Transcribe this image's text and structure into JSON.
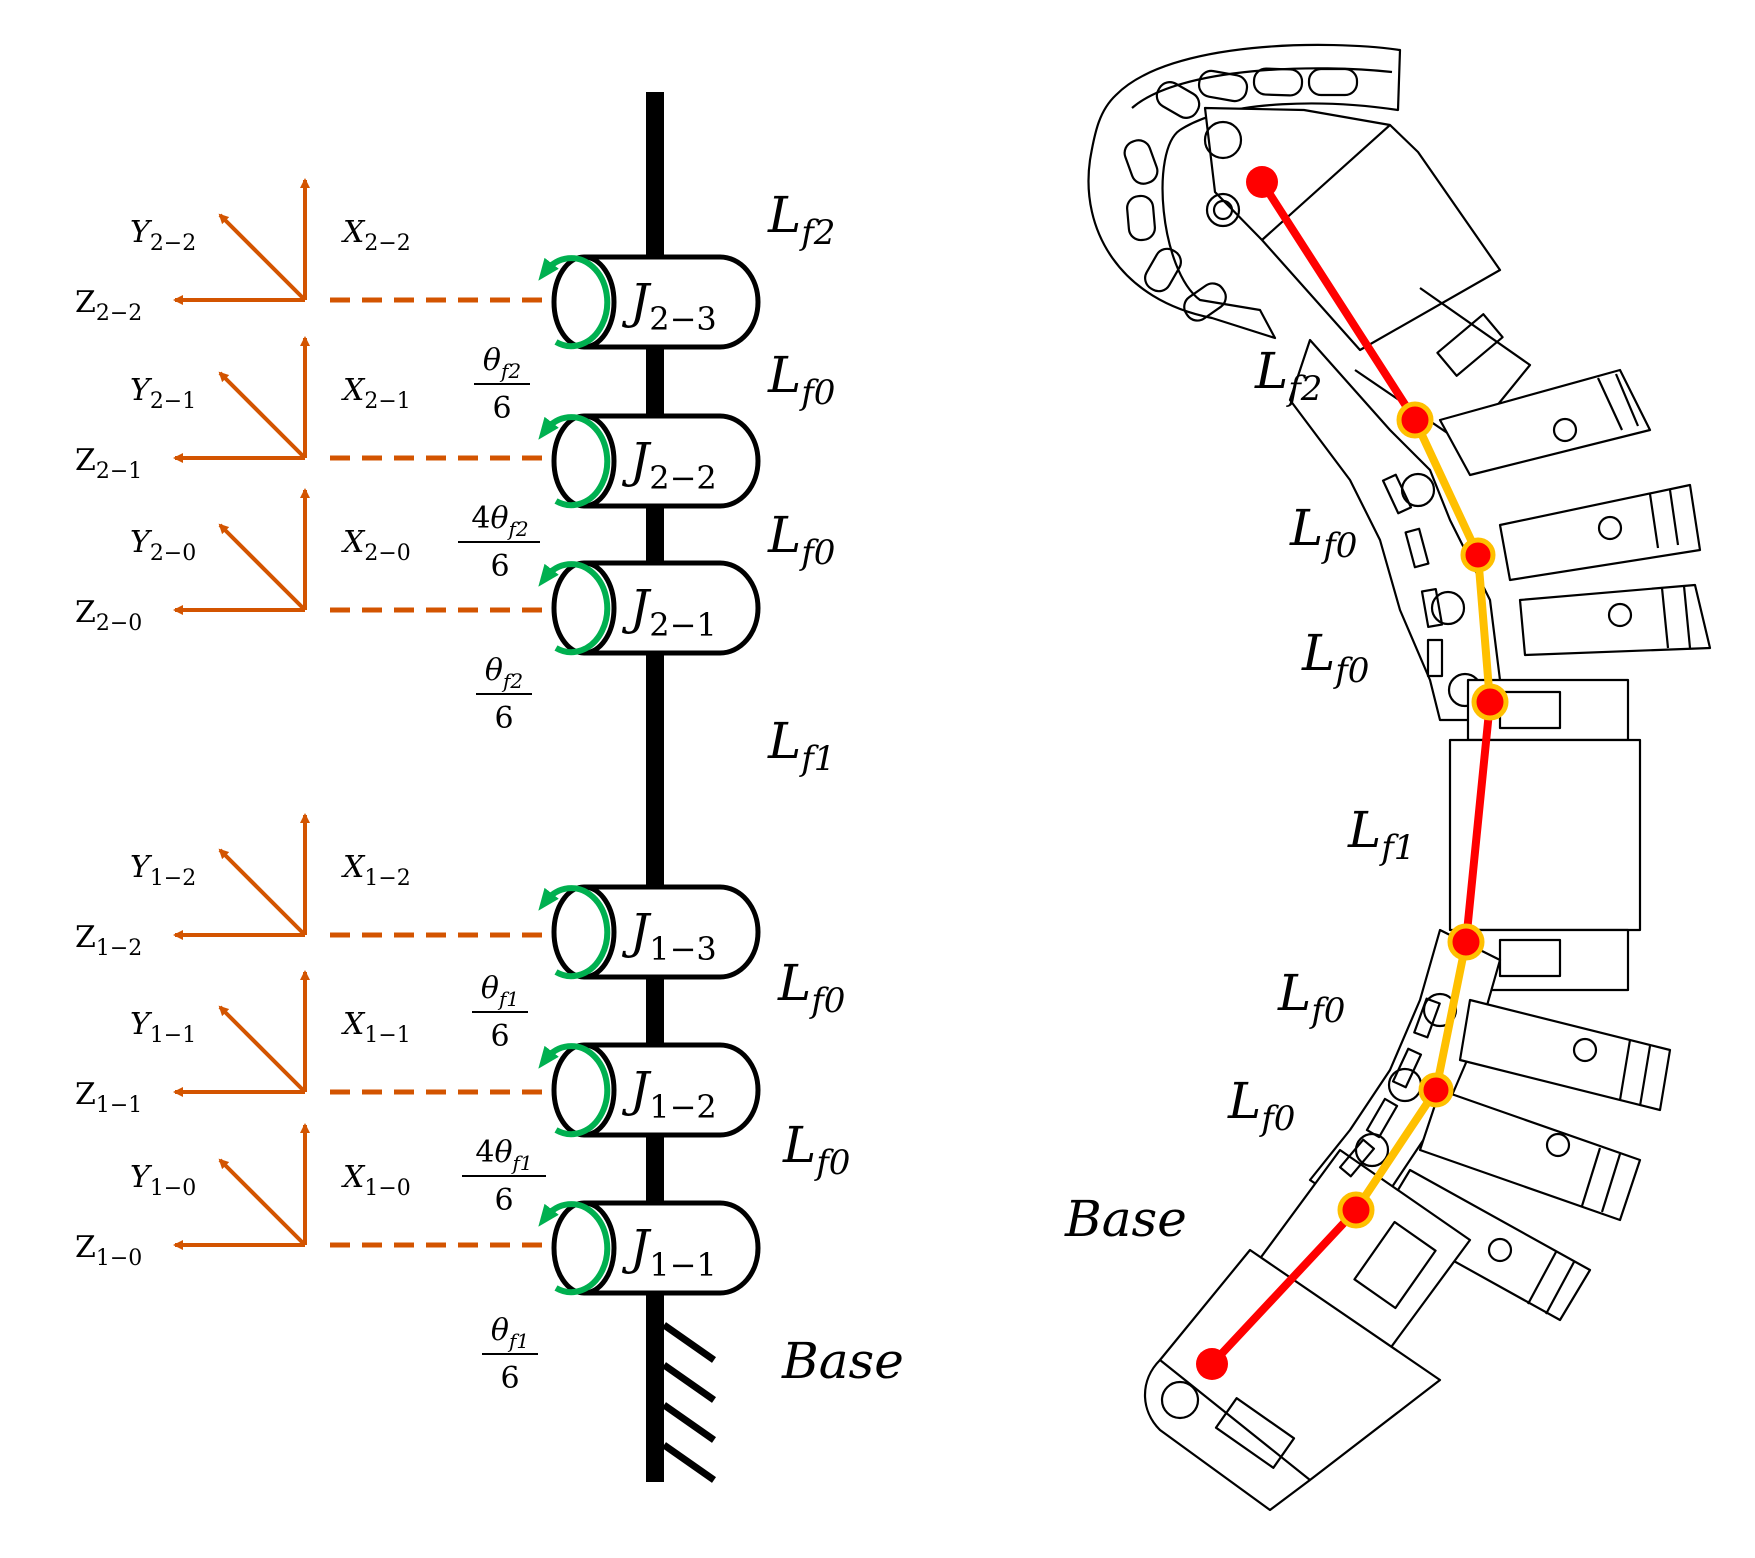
{
  "colors": {
    "axis": "#d35400",
    "rotation": "#00b050",
    "ink": "#000000",
    "chain_red": "#ff0000",
    "chain_yellow": "#ffc000"
  },
  "frames": [
    {
      "id": "2-2",
      "x_sub": "2−2",
      "y_sub": "2−2",
      "z_sub": "2−2"
    },
    {
      "id": "2-1",
      "x_sub": "2−1",
      "y_sub": "2−1",
      "z_sub": "2−1"
    },
    {
      "id": "2-0",
      "x_sub": "2−0",
      "y_sub": "2−0",
      "z_sub": "2−0"
    },
    {
      "id": "1-2",
      "x_sub": "1−2",
      "y_sub": "1−2",
      "z_sub": "1−2"
    },
    {
      "id": "1-1",
      "x_sub": "1−1",
      "y_sub": "1−1",
      "z_sub": "1−1"
    },
    {
      "id": "1-0",
      "x_sub": "1−0",
      "y_sub": "1−0",
      "z_sub": "1−0"
    }
  ],
  "axis_letters": {
    "x": "X",
    "y": "Y",
    "z": "Z"
  },
  "joints": [
    {
      "letter": "J",
      "sub": "2−3"
    },
    {
      "letter": "J",
      "sub": "2−2"
    },
    {
      "letter": "J",
      "sub": "2−1"
    },
    {
      "letter": "J",
      "sub": "1−3"
    },
    {
      "letter": "J",
      "sub": "1−2"
    },
    {
      "letter": "J",
      "sub": "1−1"
    }
  ],
  "angles": [
    {
      "coef": "",
      "sub": "f2",
      "den": "6"
    },
    {
      "coef": "4",
      "sub": "f2",
      "den": "6"
    },
    {
      "coef": "",
      "sub": "f2",
      "den": "6"
    },
    {
      "coef": "",
      "sub": "f1",
      "den": "6"
    },
    {
      "coef": "4",
      "sub": "f1",
      "den": "6"
    },
    {
      "coef": "",
      "sub": "f1",
      "den": "6"
    }
  ],
  "theta": "θ",
  "left_links": [
    {
      "letter": "L",
      "sub": "f2"
    },
    {
      "letter": "L",
      "sub": "f0"
    },
    {
      "letter": "L",
      "sub": "f0"
    },
    {
      "letter": "L",
      "sub": "f1"
    },
    {
      "letter": "L",
      "sub": "f0"
    },
    {
      "letter": "L",
      "sub": "f0"
    }
  ],
  "left_base": "Base",
  "right_links": [
    {
      "letter": "L",
      "sub": "f2"
    },
    {
      "letter": "L",
      "sub": "f0"
    },
    {
      "letter": "L",
      "sub": "f0"
    },
    {
      "letter": "L",
      "sub": "f1"
    },
    {
      "letter": "L",
      "sub": "f0"
    },
    {
      "letter": "L",
      "sub": "f0"
    }
  ],
  "right_base": "Base"
}
